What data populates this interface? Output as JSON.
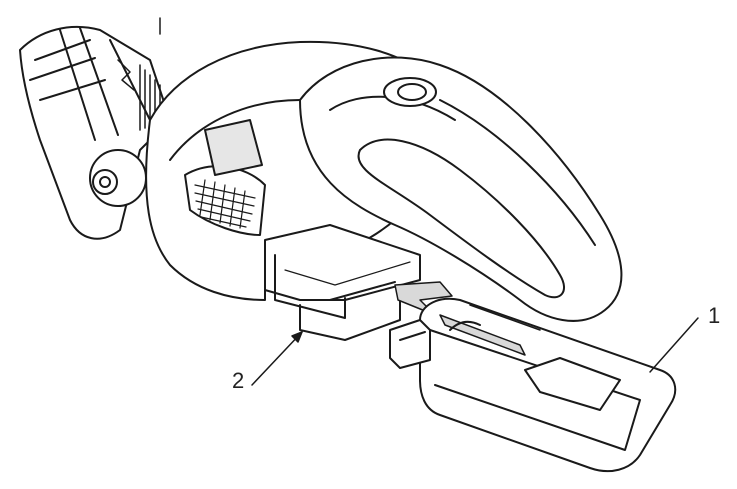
{
  "figure": {
    "callouts": [
      {
        "id": "1",
        "text": "1"
      },
      {
        "id": "2",
        "text": "2"
      }
    ]
  },
  "colors": {
    "line": "#1a1a1a",
    "shade": "#d9d9d9",
    "fill": "#ffffff",
    "background": "#ffffff"
  }
}
